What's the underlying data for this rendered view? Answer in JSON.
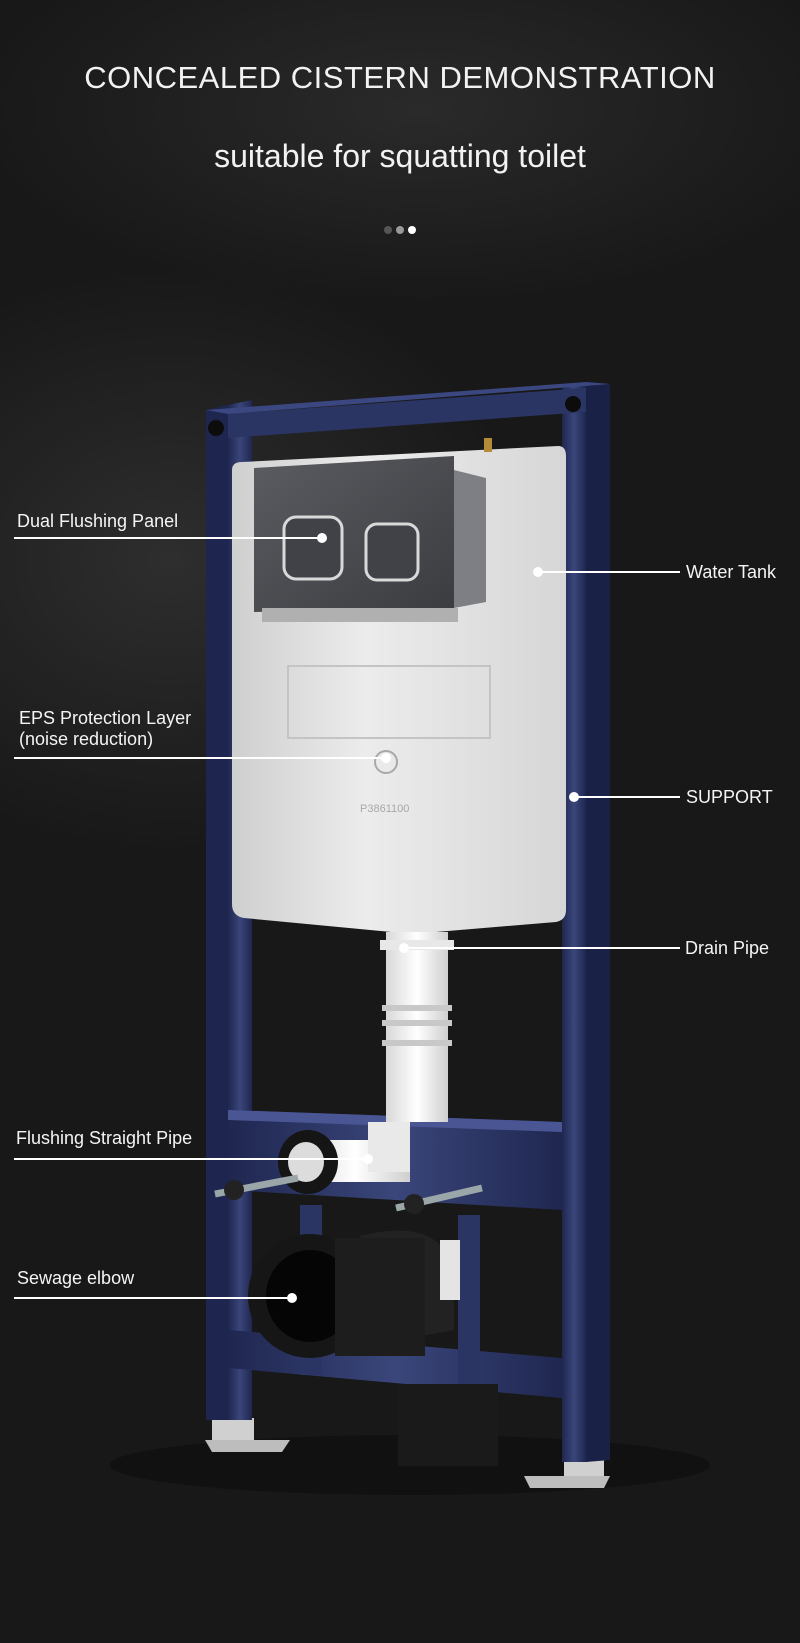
{
  "header": {
    "title": "CONCEALED CISTERN DEMONSTRATION",
    "subtitle": "suitable for squatting toilet"
  },
  "carousel": {
    "total": 3,
    "active": 3
  },
  "callouts": {
    "dual_flushing_panel": "Dual Flushing Panel",
    "water_tank": "Water Tank",
    "eps_line1": "EPS Protection Layer",
    "eps_line2": "(noise reduction)",
    "support": "SUPPORT",
    "drain_pipe": "Drain Pipe",
    "flushing_straight_pipe": "Flushing Straight Pipe",
    "sewage_elbow": "Sewage elbow"
  },
  "colors": {
    "background": "#181818",
    "frame": "#2c3763",
    "tank": "#e2e2e2",
    "panel": "#4a4c50",
    "callout_line": "#ffffff"
  }
}
